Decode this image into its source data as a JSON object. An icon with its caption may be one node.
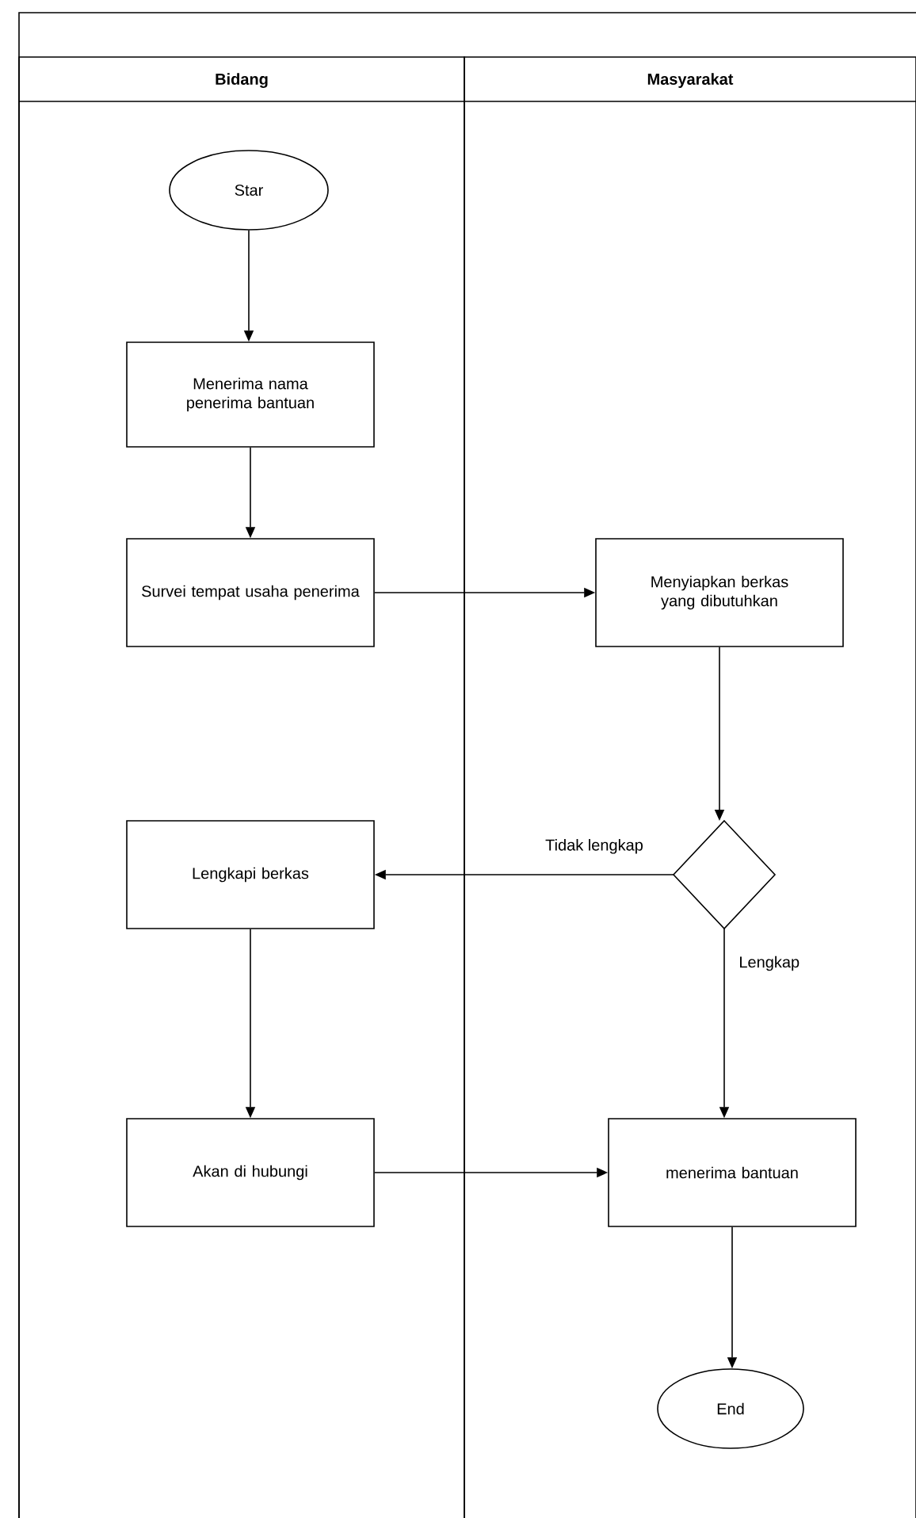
{
  "diagram": {
    "nodes": [
      {
        "text": [
          "Bidang"
        ]
      },
      {
        "text": [
          "Masyarakat"
        ]
      },
      {
        "text": [
          "Star"
        ],
        "in": 0
      },
      {
        "text": [
          "Menerima nama penerima bantuan"
        ],
        "in": 0
      },
      {
        "text": [
          "Survei tempat usaha penerima"
        ],
        "in": 0
      },
      {
        "text": [
          "Menyiapkan berkas yang dibutuhkan"
        ],
        "in": 1
      },
      {
        "text": [],
        "shape": "diamond",
        "in": 1
      },
      {
        "text": [
          "Lengkapi berkas"
        ],
        "in": 0
      },
      {
        "text": [
          "Akan di hubungi"
        ],
        "in": 0
      },
      {
        "text": [
          "menerima bantuan"
        ],
        "in": 1
      },
      {
        "text": [
          "End"
        ],
        "in": 1
      }
    ],
    "edges": [
      {
        "from": 2,
        "to": 3,
        "arrow": "to"
      },
      {
        "from": 3,
        "to": 4,
        "arrow": "to"
      },
      {
        "from": 4,
        "to": 5,
        "arrow": "to"
      },
      {
        "from": 5,
        "to": 6,
        "arrow": "to"
      },
      {
        "from": 6,
        "to": 7,
        "arrow": "to",
        "label": "Tidak lengkap"
      },
      {
        "from": 6,
        "to": 9,
        "arrow": "to",
        "label": "Lengkap"
      },
      {
        "from": 7,
        "to": 8,
        "arrow": "to"
      },
      {
        "from": 8,
        "to": 9,
        "arrow": "to"
      },
      {
        "from": 9,
        "to": 10,
        "arrow": "to"
      }
    ]
  }
}
